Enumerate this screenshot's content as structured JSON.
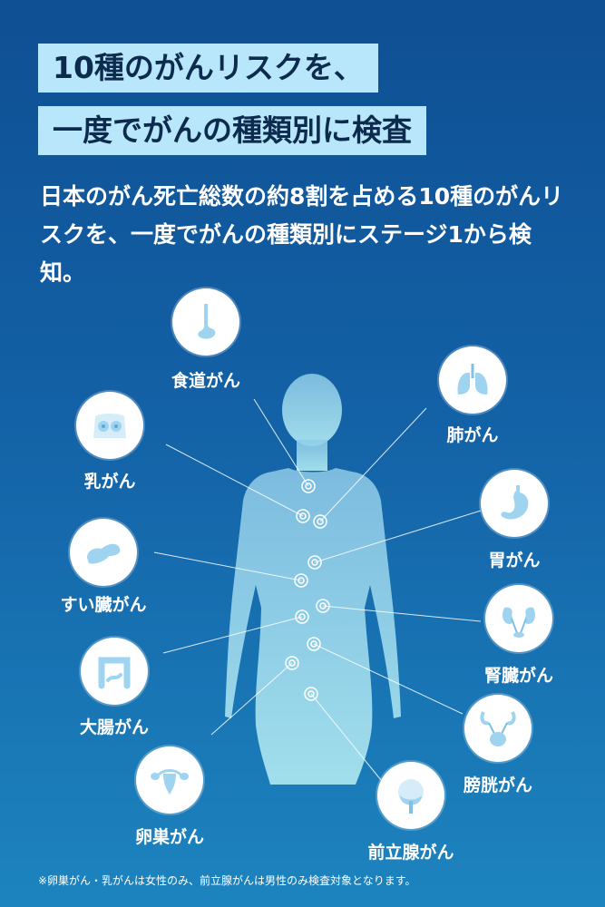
{
  "title": {
    "line1": "10種のがんリスクを、",
    "line2": "一度でがんの種類別に検査"
  },
  "description": "日本のがん死亡総数の約8割を占める10種のがんリスクを、一度でがんの種類別にステージ1から検知。",
  "organs": [
    {
      "key": "esophagus",
      "label": "食道がん",
      "icon": "esophagus-icon"
    },
    {
      "key": "breast",
      "label": "乳がん",
      "icon": "breast-icon"
    },
    {
      "key": "pancreas",
      "label": "すい臓がん",
      "icon": "pancreas-icon"
    },
    {
      "key": "colon",
      "label": "大腸がん",
      "icon": "colon-icon"
    },
    {
      "key": "ovary",
      "label": "卵巣がん",
      "icon": "ovary-icon"
    },
    {
      "key": "lung",
      "label": "肺がん",
      "icon": "lung-icon"
    },
    {
      "key": "stomach",
      "label": "胃がん",
      "icon": "stomach-icon"
    },
    {
      "key": "kidney",
      "label": "腎臓がん",
      "icon": "kidney-icon"
    },
    {
      "key": "bladder",
      "label": "膀胱がん",
      "icon": "bladder-icon"
    },
    {
      "key": "prostate",
      "label": "前立腺がん",
      "icon": "prostate-icon"
    }
  ],
  "footnote": "※卵巣がん・乳がんは女性のみ、前立腺がんは男性のみ検査対象となります。",
  "colors": {
    "background_top": "#0f4f93",
    "background_bottom": "#1d84bf",
    "title_band": "#b8e6fa",
    "title_text": "#0d2b4e",
    "silhouette": "#a8def0",
    "icon_fill": "#9fd4f0"
  }
}
